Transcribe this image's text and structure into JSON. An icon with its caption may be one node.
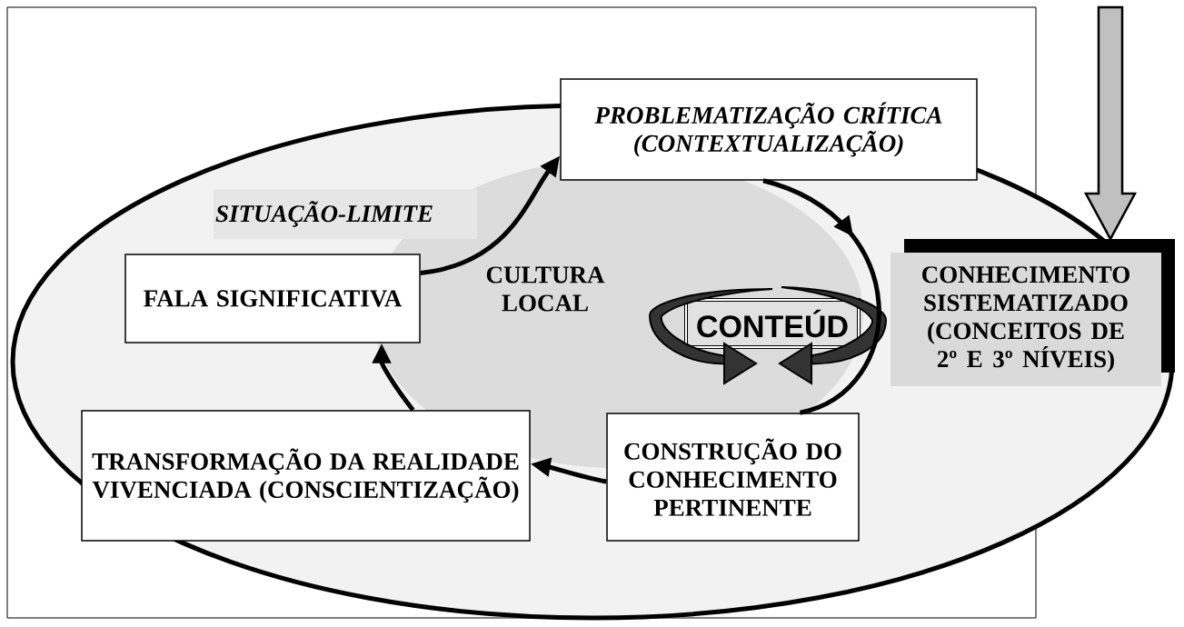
{
  "diagram": {
    "nodes": [
      {
        "text": [
          "PROBLEMATIZAÇÃO CRÍTICA (CONTEXTUALIZAÇÃO)"
        ]
      },
      {
        "text": [
          "SITUAÇÃO-LIMITE"
        ]
      },
      {
        "text": [
          "FALA SIGNIFICATIVA"
        ]
      },
      {
        "text": [
          "CULTURA LOCAL"
        ]
      },
      {
        "text": [
          "CONTEÚD"
        ]
      },
      {
        "text": [
          "CONHECIMENTO SISTEMATIZADO (CONCEITOS DE 2º E 3º NÍVEIS)"
        ]
      },
      {
        "text": [
          "TRANSFORMAÇÃO DA REALIDADE VIVENCIADA (CONSCIENTIZAÇÃO)"
        ]
      },
      {
        "text": [
          "CONSTRUÇÃO DO CONHECIMENTO PERTINENTE"
        ]
      }
    ],
    "edges": [
      {
        "from": null,
        "to": 5,
        "arrow": "to",
        "color": "#c0c0c0"
      },
      {
        "from": 2,
        "to": 0,
        "arrow": "to"
      },
      {
        "from": 0,
        "to": 7,
        "arrow": "to"
      },
      {
        "from": 7,
        "to": 6,
        "arrow": "to"
      },
      {
        "from": 6,
        "to": 2,
        "arrow": "to"
      }
    ]
  }
}
